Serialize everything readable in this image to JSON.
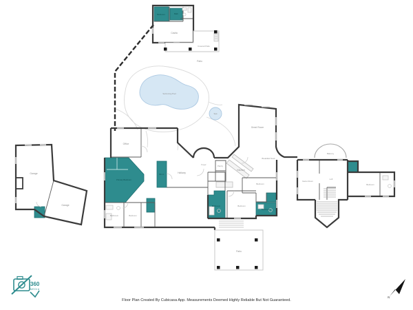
{
  "footer": {
    "disclaimer": "Floor Plan Created By Cubicasa App. Measurements Deemed Highly Reliable But Not Guaranteed."
  },
  "branding": {
    "logo_number": "360",
    "logo_name": "MEDIA"
  },
  "compass": {
    "north": "N"
  },
  "colors": {
    "accent_teal": "#2e8c8e",
    "pool_blue": "#d6e7f4",
    "wall_dark": "#3a3a3a"
  },
  "labels": {
    "swimming_pool": "Swimming Pool",
    "spa": "Spa",
    "yard": "Patio",
    "casita": "Casita",
    "casita_bedroom": "Bedroom",
    "casita_bath": "Bath",
    "covered_patio": "Covered Patio",
    "office": "Office",
    "primary_bedroom": "Primary Bedroom",
    "closet": "W.I.C.",
    "hallway": "Hallway",
    "foyer": "Foyer",
    "pantry": "Pantry",
    "kitchen": "Kitchen",
    "great_room": "Great Room",
    "breakfast_nook": "Breakfast Nook",
    "bedroom_2": "Bedroom",
    "bath_2": "Bathroom",
    "bedroom_3": "Bedroom",
    "bath_3": "Bathroom",
    "bedroom_4": "Bedroom",
    "bath_4": "Bathroom",
    "patio_porch": "Patio",
    "garage_1": "Garage",
    "garage_2": "Garage",
    "game_room": "Game Room",
    "loft": "Loft",
    "balcony": "Balcony",
    "bedroom_5": "Bedroom"
  }
}
